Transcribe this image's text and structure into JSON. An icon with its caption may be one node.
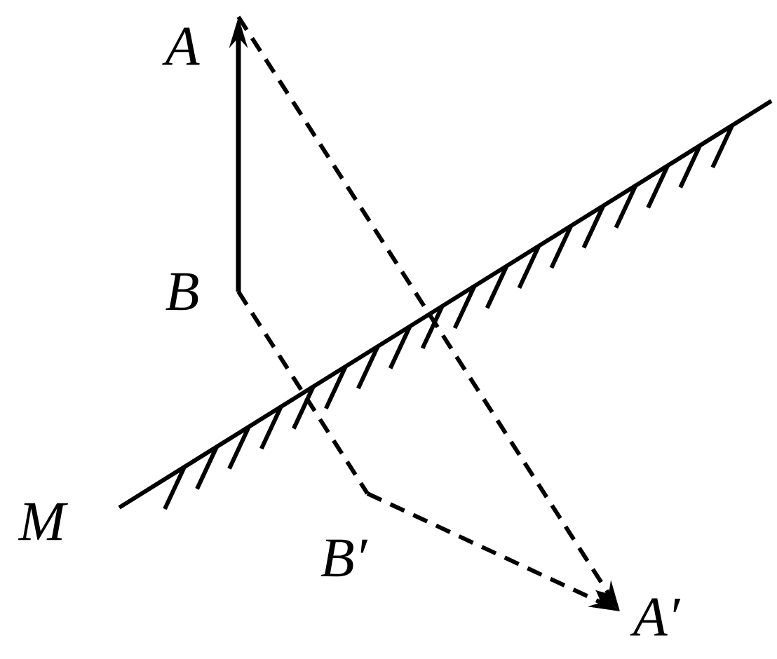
{
  "diagram": {
    "nodes": [
      {
        "text": [
          "A"
        ]
      },
      {
        "text": [
          "B"
        ]
      },
      {
        "text": [
          "B′"
        ]
      },
      {
        "text": [
          "A′"
        ]
      },
      {
        "text": [
          "M"
        ]
      }
    ],
    "edges": [
      {
        "from": 1,
        "to": 0,
        "arrow": "to"
      },
      {
        "from": 0,
        "to": 3,
        "arrow": "to",
        "style": "dashed"
      },
      {
        "from": 1,
        "to": 2,
        "arrow": "none",
        "style": "dashed"
      },
      {
        "from": 2,
        "to": 3,
        "arrow": "to",
        "style": "dashed"
      }
    ]
  }
}
